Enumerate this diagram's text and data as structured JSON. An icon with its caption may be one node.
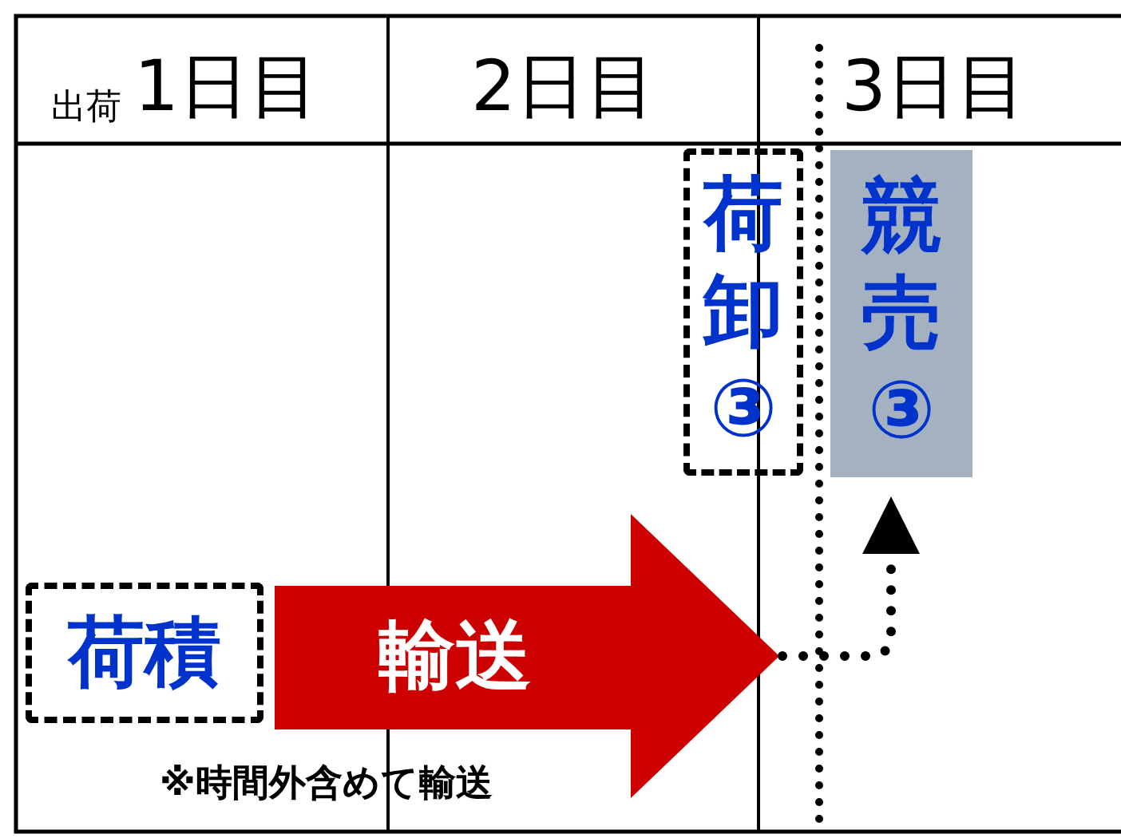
{
  "diagram": {
    "nodes": [
      {
        "text": [
          "荷積"
        ]
      },
      {
        "text": [
          "輸送"
        ]
      },
      {
        "text": [
          "荷卸③"
        ]
      },
      {
        "text": [
          "競売③"
        ]
      }
    ],
    "edges": [
      {
        "from": 1,
        "to": 3,
        "arrow": "to",
        "style": "dashed"
      }
    ],
    "labels": [
      "出荷",
      "1日目",
      "2日目",
      "3日目",
      "※時間外含めて輸送"
    ]
  }
}
